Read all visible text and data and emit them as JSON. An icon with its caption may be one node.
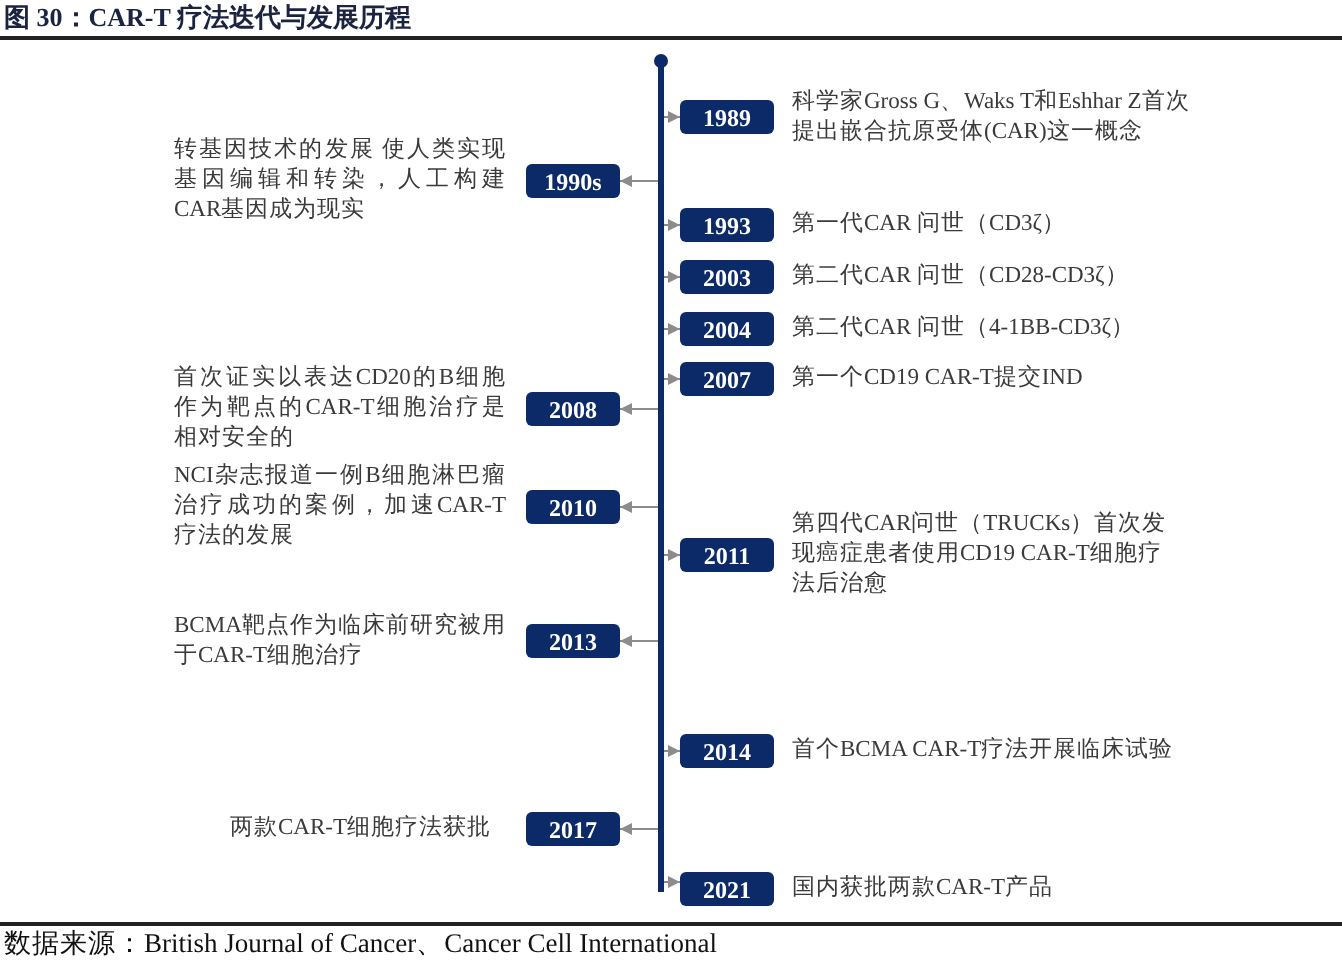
{
  "diagram": {
    "title": "图 30：CAR-T 疗法迭代与发展历程",
    "caption": "数据来源：British Journal of Cancer、Cancer Cell International",
    "nodes": [
      {
        "text": [],
        "shape": "bar"
      },
      {
        "text": [
          "1989"
        ],
        "beside": [
          "科学家Gross G、Waks T和Eshhar Z首次提出嵌合抗原受体(CAR)这一概念"
        ]
      },
      {
        "text": [
          "1990s"
        ],
        "beside": [
          "转基因技术的发展 使人类实现基因编辑和转染，人工构建CAR基因成为现实"
        ]
      },
      {
        "text": [
          "1993"
        ],
        "beside": [
          "第一代CAR 问世（CD3ζ）"
        ]
      },
      {
        "text": [
          "2003"
        ],
        "beside": [
          "第二代CAR 问世（CD28-CD3ζ）"
        ]
      },
      {
        "text": [
          "2004"
        ],
        "beside": [
          "第二代CAR 问世（4-1BB-CD3ζ）"
        ]
      },
      {
        "text": [
          "2007"
        ],
        "beside": [
          "第一个CD19 CAR-T提交IND"
        ]
      },
      {
        "text": [
          "2008"
        ],
        "beside": [
          "首次证实以表达CD20的B细胞作为靶点的CAR-T细胞治疗是相对安全的"
        ]
      },
      {
        "text": [
          "2010"
        ],
        "beside": [
          "NCI杂志报道一例B细胞淋巴瘤治疗成功的案例，加速CAR-T疗法的发展"
        ]
      },
      {
        "text": [
          "2011"
        ],
        "beside": [
          "第四代CAR问世（TRUCKs）首次发现癌症患者使用CD19 CAR-T细胞疗法后治愈"
        ]
      },
      {
        "text": [
          "2013"
        ],
        "beside": [
          "BCMA靶点作为临床前研究被用于CAR-T细胞治疗"
        ]
      },
      {
        "text": [
          "2014"
        ],
        "beside": [
          "首个BCMA CAR-T疗法开展临床试验"
        ]
      },
      {
        "text": [
          "2017"
        ],
        "beside": [
          "两款CAR-T细胞疗法获批"
        ]
      },
      {
        "text": [
          "2021"
        ],
        "beside": [
          "国内获批两款CAR-T产品"
        ]
      }
    ],
    "edges": [
      {
        "from": 0,
        "to": 1,
        "arrow": "to"
      },
      {
        "from": 0,
        "to": 2,
        "arrow": "to"
      },
      {
        "from": 0,
        "to": 3,
        "arrow": "to"
      },
      {
        "from": 0,
        "to": 4,
        "arrow": "to"
      },
      {
        "from": 0,
        "to": 5,
        "arrow": "to"
      },
      {
        "from": 0,
        "to": 6,
        "arrow": "to"
      },
      {
        "from": 0,
        "to": 7,
        "arrow": "to"
      },
      {
        "from": 0,
        "to": 8,
        "arrow": "to"
      },
      {
        "from": 0,
        "to": 9,
        "arrow": "to"
      },
      {
        "from": 0,
        "to": 10,
        "arrow": "to"
      },
      {
        "from": 0,
        "to": 11,
        "arrow": "to"
      },
      {
        "from": 0,
        "to": 12,
        "arrow": "to"
      },
      {
        "from": 0,
        "to": 13,
        "arrow": "to"
      }
    ]
  }
}
